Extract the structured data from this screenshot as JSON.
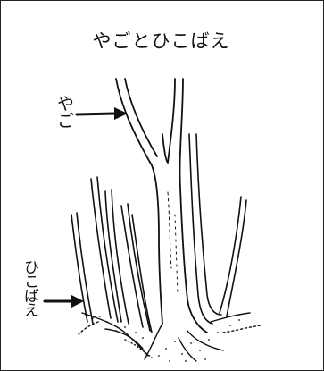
{
  "title": "やごとひこばえ",
  "labels": {
    "yago": "やご",
    "hikobae": "ひこばえ"
  },
  "icons": {
    "arrow": "right-arrow-icon"
  },
  "colors": {
    "ink": "#111111",
    "background": "#ffffff"
  }
}
